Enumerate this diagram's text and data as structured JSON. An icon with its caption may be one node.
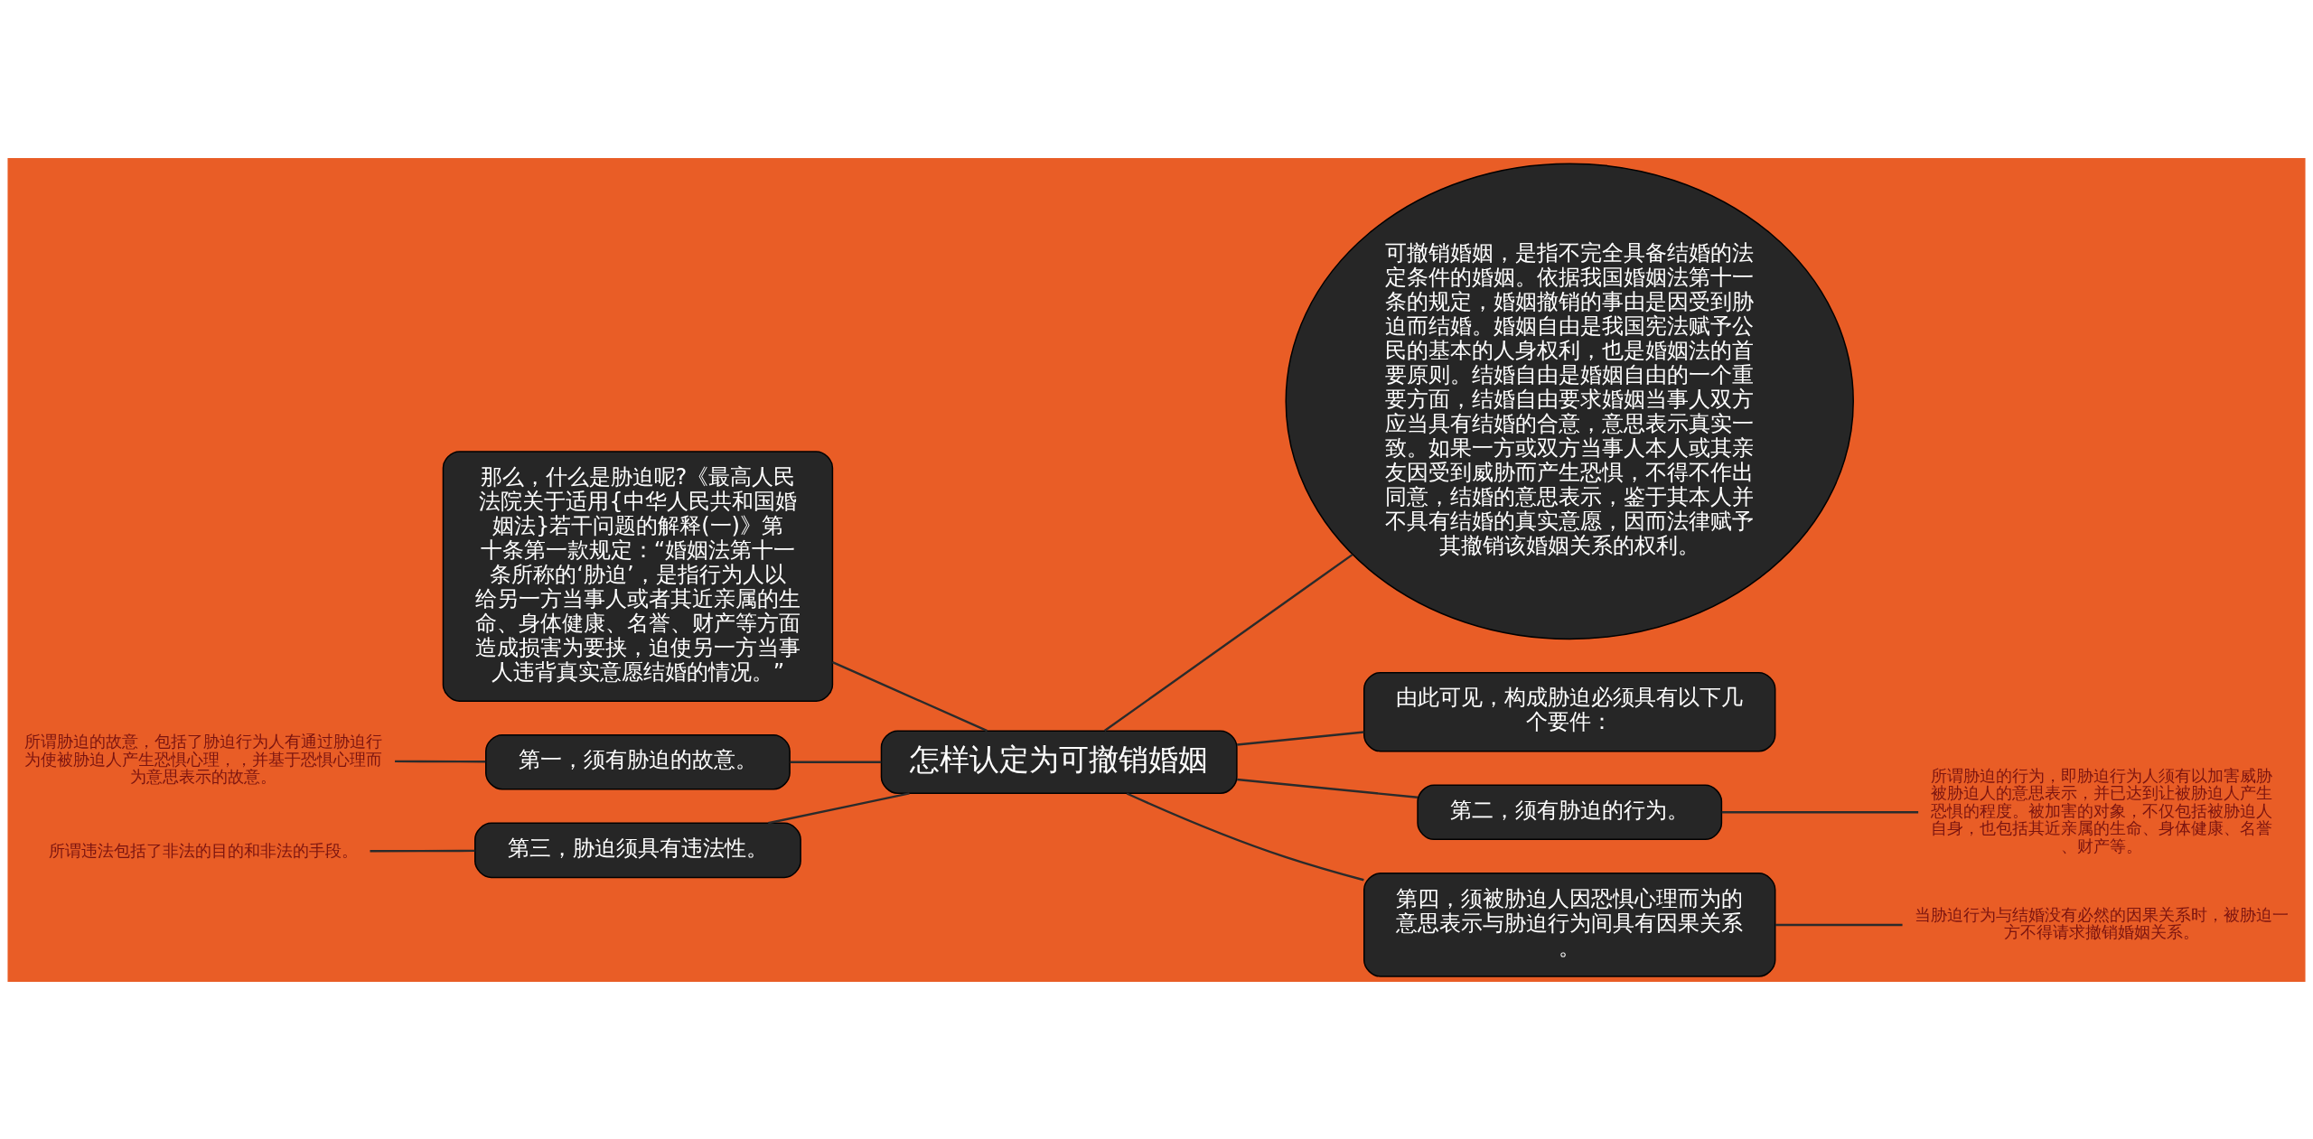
{
  "diagram": {
    "nodes": [
      {
        "text": [
          "怎样认定为可撤销婚姻"
        ]
      },
      {
        "text": [
          "那么，什么是胁迫呢?《最高人民法院关于适用{中华人民共和国婚姻法}若干问题的解释(一)》第十条第一款规定：“婚姻法第十一条所称的‘胁迫’，是指行为人以给另一方当事人或者其近亲属的生命、身体健康、名誉、财产等方面造成损害为要挟，迫使另一方当事人违背真实意愿结婚的情况。”"
        ]
      },
      {
        "text": [
          "第一，须有胁迫的故意。"
        ]
      },
      {
        "text": [
          "所谓胁迫的故意，包括了胁迫行为人有通过胁迫行为使被胁迫人产生恐惧心理，，并基于恐惧心理而为意思表示的故意。"
        ]
      },
      {
        "text": [
          "第三，胁迫须具有违法性。"
        ]
      },
      {
        "text": [
          "所谓违法包括了非法的目的和非法的手段。"
        ]
      },
      {
        "text": [
          "可撤销婚姻，是指不完全具备结婚的法定条件的婚姻。依据我国婚姻法第十一条的规定，婚姻撤销的事由是因受到胁迫而结婚。婚姻自由是我国宪法赋予公民的基本的人身权利，也是婚姻法的首要原则。结婚自由是婚姻自由的一个重要方面，结婚自由要求婚姻当事人双方应当具有结婚的合意，意思表示真实一致。如果一方或双方当事人本人或其亲友因受到威胁而产生恐惧，不得不作出同意，结婚的意思表示，鉴于其本人并不具有结婚的真实意愿，因而法律赋予其撤销该婚姻关系的权利。"
        ]
      },
      {
        "text": [
          "由此可见，构成胁迫必须具有以下几个要件："
        ]
      },
      {
        "text": [
          "第二，须有胁迫的行为。"
        ]
      },
      {
        "text": [
          "所谓胁迫的行为，即胁迫行为人须有以加害威胁被胁迫人的意思表示，并已达到让被胁迫人产生恐惧的程度。被加害的对象，不仅包括被胁迫人自身，也包括其近亲属的生命、身体健康、名誉、财产等。"
        ]
      },
      {
        "text": [
          "第四，须被胁迫人因恐惧心理而为的意思表示与胁迫行为间具有因果关系。"
        ]
      },
      {
        "text": [
          "当胁迫行为与结婚没有必然的因果关系时，被胁迫一方不得请求撤销婚姻关系。"
        ]
      }
    ],
    "edges": [
      {
        "from": 1,
        "to": 0,
        "arrow": "none"
      },
      {
        "from": 2,
        "to": 0,
        "arrow": "none"
      },
      {
        "from": 3,
        "to": 2,
        "arrow": "none"
      },
      {
        "from": 4,
        "to": 0,
        "arrow": "none"
      },
      {
        "from": 5,
        "to": 4,
        "arrow": "none"
      },
      {
        "from": 0,
        "to": 6,
        "arrow": "none"
      },
      {
        "from": 0,
        "to": 7,
        "arrow": "none"
      },
      {
        "from": 0,
        "to": 8,
        "arrow": "none"
      },
      {
        "from": 8,
        "to": 9,
        "arrow": "none"
      },
      {
        "from": 0,
        "to": 10,
        "arrow": "none"
      },
      {
        "from": 10,
        "to": 11,
        "arrow": "none"
      }
    ]
  }
}
